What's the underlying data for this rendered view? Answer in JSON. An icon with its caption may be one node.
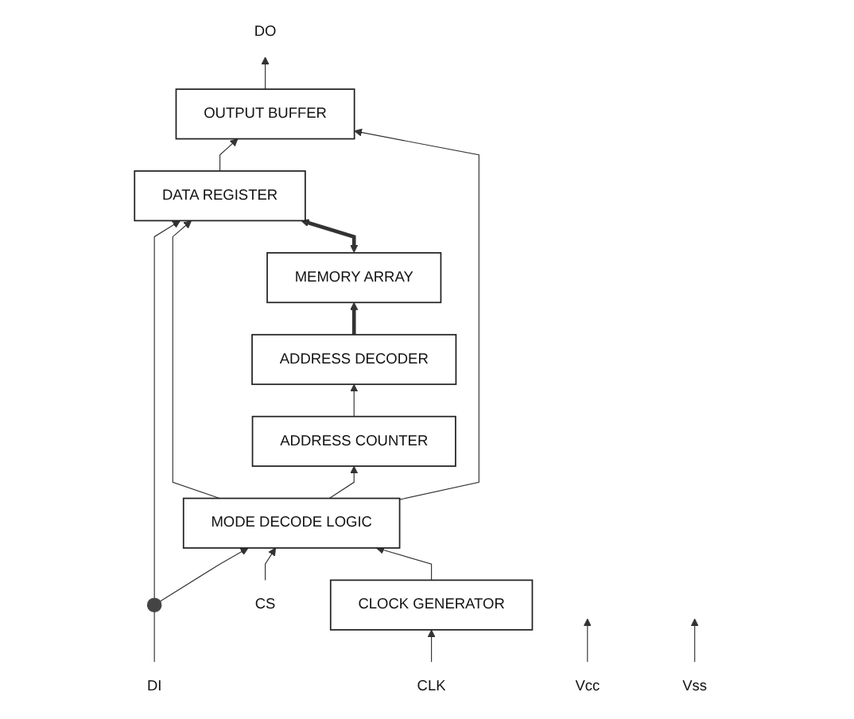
{
  "diagram": {
    "nodes": [
      {
        "text": [
          "MEMORY ARRAY"
        ]
      },
      {
        "text": [
          "ADDRESS DECODER"
        ]
      },
      {
        "text": [
          "ADDRESS COUNTER"
        ]
      },
      {
        "text": [
          "DATA REGISTER"
        ]
      },
      {
        "text": [
          "OUTPUT BUFFER"
        ]
      },
      {
        "text": [
          "MODE DECODE LOGIC"
        ]
      },
      {
        "text": [
          "CLOCK GENERATOR"
        ]
      },
      {
        "text": [
          "DI"
        ]
      },
      {
        "text": [
          "CS"
        ]
      },
      {
        "text": [
          "CLK"
        ]
      },
      {
        "text": [
          "DO"
        ]
      },
      {
        "text": [],
        "shape": "circle"
      },
      {
        "text": [
          "Vcc"
        ]
      },
      {
        "text": [
          "Vss"
        ]
      }
    ],
    "edges": [
      {
        "from": 1,
        "to": 0,
        "arrow": "to",
        "style": "thick"
      },
      {
        "from": 0,
        "to": 3,
        "arrow": "both",
        "style": "thick"
      },
      {
        "from": 2,
        "to": 1,
        "arrow": "to"
      },
      {
        "from": 3,
        "to": 4,
        "arrow": "to"
      },
      {
        "from": 4,
        "to": 10,
        "arrow": "to"
      },
      {
        "from": 7,
        "to": 11,
        "arrow": "none"
      },
      {
        "from": 11,
        "to": 3,
        "arrow": "to"
      },
      {
        "from": 11,
        "to": 5,
        "arrow": "to"
      },
      {
        "from": 5,
        "to": 3,
        "arrow": "to"
      },
      {
        "from": 5,
        "to": 2,
        "arrow": "to"
      },
      {
        "from": 5,
        "to": 4,
        "arrow": "to"
      },
      {
        "from": 8,
        "to": 5,
        "arrow": "to"
      },
      {
        "from": 9,
        "to": 6,
        "arrow": "to"
      },
      {
        "from": 6,
        "to": 5,
        "arrow": "to"
      },
      {
        "from": 12,
        "to": null,
        "arrow": "to"
      },
      {
        "from": 13,
        "to": null,
        "arrow": "to"
      }
    ]
  }
}
